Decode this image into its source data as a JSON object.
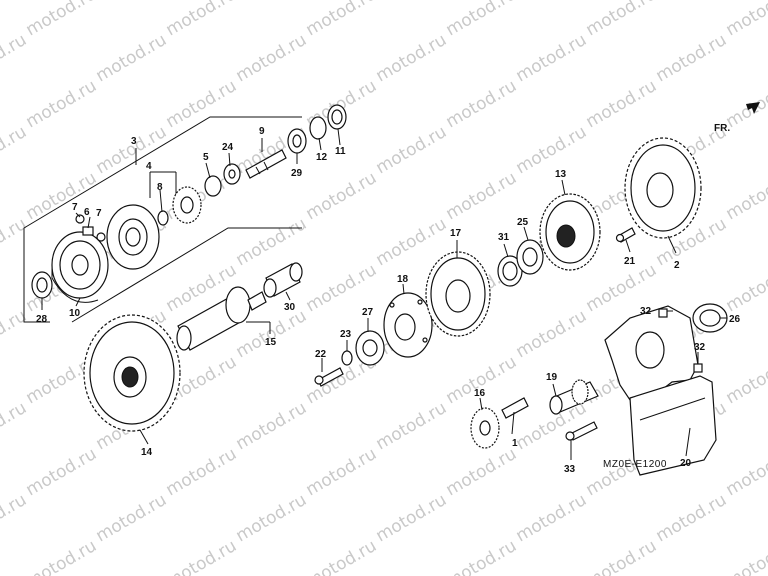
{
  "watermark": "motod.ru",
  "direction_label": "FR.",
  "diagram_code": "MZ0E-E1200",
  "callouts": {
    "c1": "1",
    "c2": "2",
    "c3": "3",
    "c4": "4",
    "c5": "5",
    "c6": "6",
    "c7a": "7",
    "c7b": "7",
    "c8": "8",
    "c9": "9",
    "c10": "10",
    "c11": "11",
    "c12": "12",
    "c13": "13",
    "c14": "14",
    "c15": "15",
    "c16": "16",
    "c17": "17",
    "c18": "18",
    "c19": "19",
    "c20": "20",
    "c21": "21",
    "c22": "22",
    "c23": "23",
    "c24": "24",
    "c25": "25",
    "c26": "26",
    "c27": "27",
    "c28": "28",
    "c29": "29",
    "c30": "30",
    "c31": "31",
    "c32a": "32",
    "c32b": "32",
    "c33": "33"
  }
}
